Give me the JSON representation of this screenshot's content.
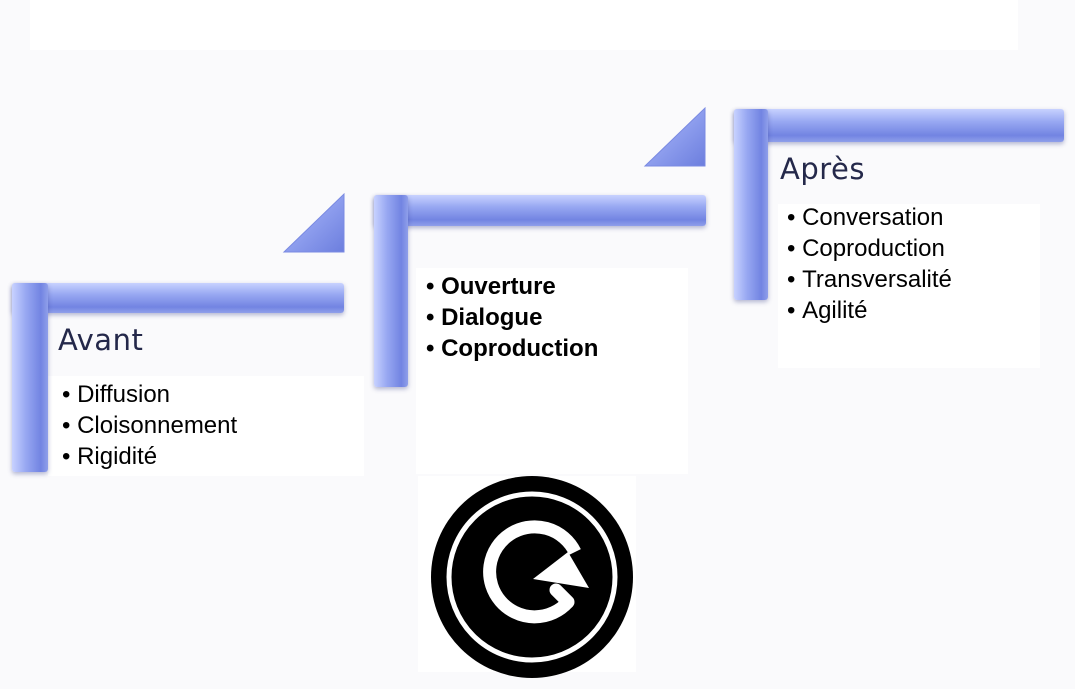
{
  "steps": [
    {
      "label": "Avant",
      "items": [
        "Diffusion",
        "Cloisonnement",
        "Rigidité"
      ]
    },
    {
      "label": "",
      "items": [
        "Ouverture",
        "Dialogue",
        "Coproduction"
      ]
    },
    {
      "label": "Après",
      "items": [
        "Conversation",
        "Coproduction",
        "Transversalité",
        "Agilité"
      ]
    }
  ],
  "colors": {
    "bar": "#8b9bec",
    "bar_highlight": "#c8d2ff",
    "bar_shadow": "#7284e2",
    "logo": "#000000",
    "logo_symbol": "#ffffff"
  },
  "icons": {
    "logo": "circular-arrow-logo-icon",
    "step_arrow": "triangle-arrow-icon"
  }
}
